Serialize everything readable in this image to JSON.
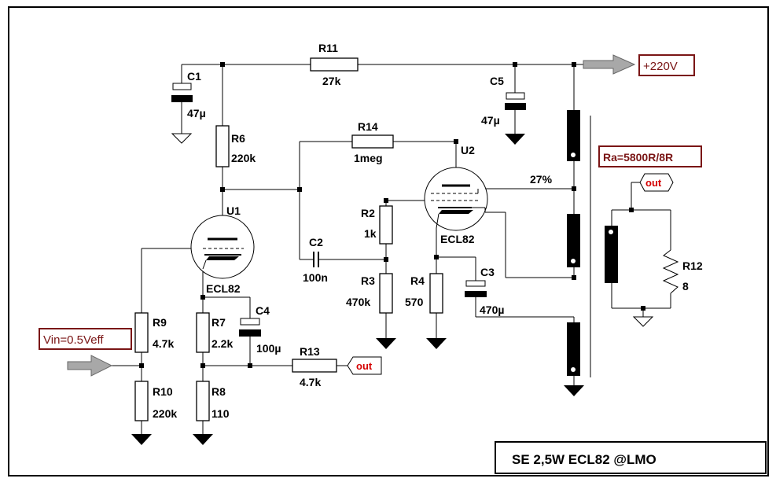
{
  "title": "SE 2,5W ECL82 @LMO",
  "supply_label": "+220V",
  "input_label": "Vin=0.5Veff",
  "transformer_label": "Ra=5800R/8R",
  "tap_label": "27%",
  "out_label": "out",
  "components": {
    "R11": {
      "ref": "R11",
      "value": "27k"
    },
    "R14": {
      "ref": "R14",
      "value": "1meg"
    },
    "R6": {
      "ref": "R6",
      "value": "220k"
    },
    "R2": {
      "ref": "R2",
      "value": "1k"
    },
    "R3": {
      "ref": "R3",
      "value": "470k"
    },
    "R4": {
      "ref": "R4",
      "value": "570"
    },
    "R9": {
      "ref": "R9",
      "value": "4.7k"
    },
    "R10": {
      "ref": "R10",
      "value": "220k"
    },
    "R7": {
      "ref": "R7",
      "value": "2.2k"
    },
    "R8": {
      "ref": "R8",
      "value": "110"
    },
    "R13": {
      "ref": "R13",
      "value": "4.7k"
    },
    "R12": {
      "ref": "R12",
      "value": "8"
    },
    "C1": {
      "ref": "C1",
      "value": "47µ"
    },
    "C5": {
      "ref": "C5",
      "value": "47µ"
    },
    "C2": {
      "ref": "C2",
      "value": "100n"
    },
    "C3": {
      "ref": "C3",
      "value": "470µ"
    },
    "C4": {
      "ref": "C4",
      "value": "100µ"
    },
    "U1": {
      "ref": "U1",
      "type": "ECL82"
    },
    "U2": {
      "ref": "U2",
      "type": "ECL82"
    }
  }
}
